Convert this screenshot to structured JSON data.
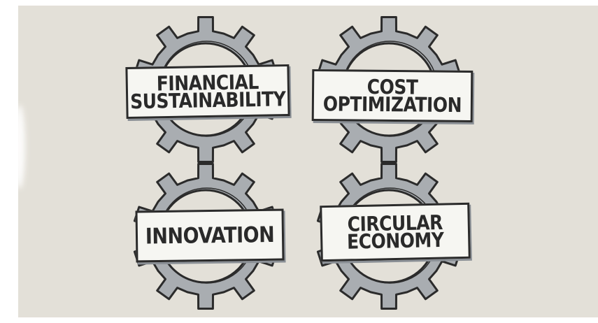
{
  "colors": {
    "paper": "#e3e0d8",
    "gear_fill": "#a9adb1",
    "gear_stroke": "#2b2b2b",
    "label_fill": "#f6f6f2",
    "label_text": "#2a2a2a"
  },
  "gears": [
    {
      "lines": [
        "FINANCIAL",
        "SUSTAINABILITY"
      ]
    },
    {
      "lines": [
        "COST",
        "OPTIMIZATION"
      ]
    },
    {
      "lines": [
        "INNOVATION"
      ]
    },
    {
      "lines": [
        "CIRCULAR",
        "ECONOMY"
      ]
    }
  ]
}
